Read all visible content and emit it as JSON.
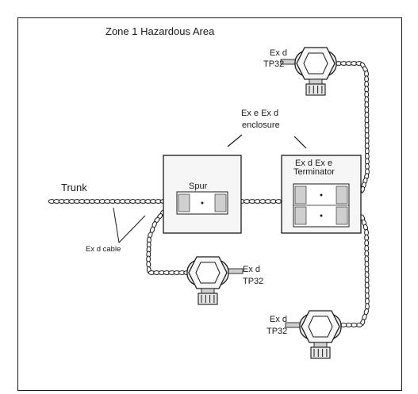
{
  "title": "Zone 1 Hazardous Area",
  "trunk_label": "Trunk",
  "enclosure_note": [
    "Ex e Ex d",
    "enclosure"
  ],
  "spur_label": "Spur",
  "terminator_label": [
    "Ex d Ex e",
    "Terminator"
  ],
  "cable_label": "Ex d cable",
  "devices": [
    {
      "line1": "Ex d",
      "line2": "TP32"
    },
    {
      "line1": "Ex d",
      "line2": "TP32"
    },
    {
      "line1": "Ex d",
      "line2": "TP32"
    }
  ],
  "colors": {
    "line": "#1a1a1a",
    "fill_light": "#f4f4f4",
    "fill_mid": "#c8c8c8",
    "background": "#ffffff"
  }
}
